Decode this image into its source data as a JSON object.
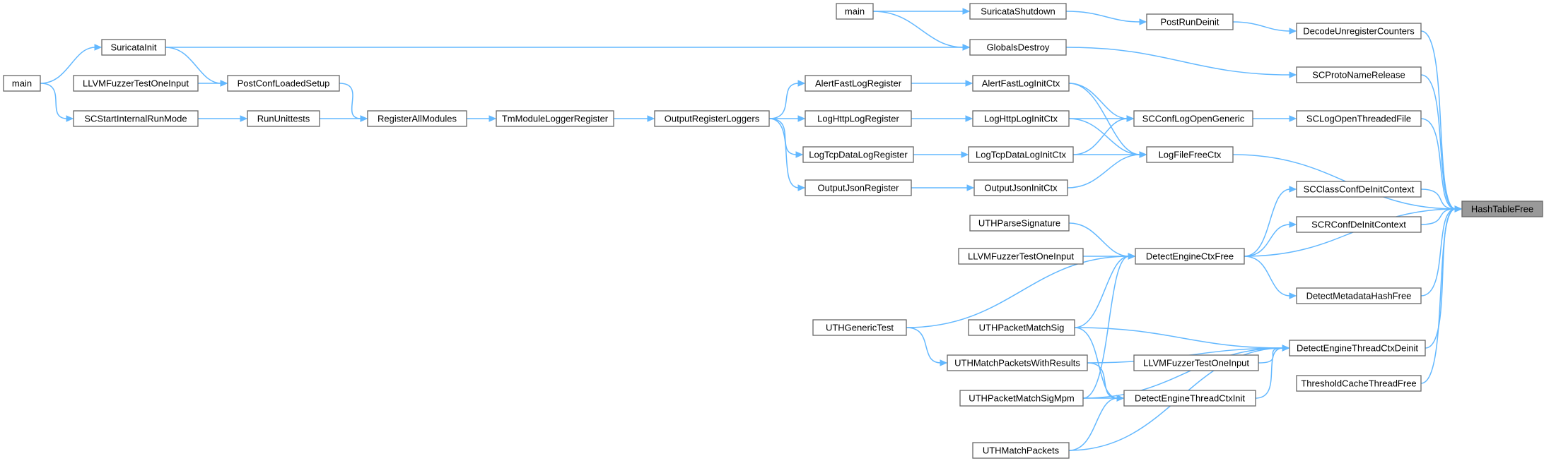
{
  "graph": {
    "root": "HashTableFree",
    "nodes": [
      {
        "id": "root",
        "label": "HashTableFree",
        "root": true
      },
      {
        "id": "decUnreg",
        "label": "DecodeUnregisterCounters"
      },
      {
        "id": "protoNameRel",
        "label": "SCProtoNameRelease"
      },
      {
        "id": "logOpenThreaded",
        "label": "SCLogOpenThreadedFile"
      },
      {
        "id": "logFileFree",
        "label": "LogFileFreeCtx"
      },
      {
        "id": "classConfDeInit",
        "label": "SCClassConfDeInitContext"
      },
      {
        "id": "rConfDeInit",
        "label": "SCRConfDeInitContext"
      },
      {
        "id": "engineCtxFree",
        "label": "DetectEngineCtxFree"
      },
      {
        "id": "metaHashFree",
        "label": "DetectMetadataHashFree"
      },
      {
        "id": "threadCtxDeinit",
        "label": "DetectEngineThreadCtxDeinit"
      },
      {
        "id": "threshCacheFree",
        "label": "ThresholdCacheThreadFree"
      },
      {
        "id": "postRunDeinit",
        "label": "PostRunDeinit"
      },
      {
        "id": "globalsDestroy",
        "label": "GlobalsDestroy"
      },
      {
        "id": "suricataShutdown",
        "label": "SuricataShutdown"
      },
      {
        "id": "mainTop",
        "label": "main"
      },
      {
        "id": "suricataInit",
        "label": "SuricataInit"
      },
      {
        "id": "mainLeft",
        "label": "main"
      },
      {
        "id": "confLogOpenGeneric",
        "label": "SCConfLogOpenGeneric"
      },
      {
        "id": "alertFastLogInit",
        "label": "AlertFastLogInitCtx"
      },
      {
        "id": "logHttpLogInit",
        "label": "LogHttpLogInitCtx"
      },
      {
        "id": "logTcpDataLogInit",
        "label": "LogTcpDataLogInitCtx"
      },
      {
        "id": "outputJsonInit",
        "label": "OutputJsonInitCtx"
      },
      {
        "id": "alertFastLogReg",
        "label": "AlertFastLogRegister"
      },
      {
        "id": "logHttpLogReg",
        "label": "LogHttpLogRegister"
      },
      {
        "id": "logTcpDataLogReg",
        "label": "LogTcpDataLogRegister"
      },
      {
        "id": "outputJsonReg",
        "label": "OutputJsonRegister"
      },
      {
        "id": "outputRegLoggers",
        "label": "OutputRegisterLoggers"
      },
      {
        "id": "tmModuleLoggerReg",
        "label": "TmModuleLoggerRegister"
      },
      {
        "id": "registerAllModules",
        "label": "RegisterAllModules"
      },
      {
        "id": "postConfLoaded",
        "label": "PostConfLoadedSetup"
      },
      {
        "id": "runUnittests",
        "label": "RunUnittests"
      },
      {
        "id": "llvmFuzzerTop",
        "label": "LLVMFuzzerTestOneInput"
      },
      {
        "id": "startInternalRunMode",
        "label": "SCStartInternalRunMode"
      },
      {
        "id": "uthParseSig",
        "label": "UTHParseSignature"
      },
      {
        "id": "llvmFuzzerMid",
        "label": "LLVMFuzzerTestOneInput"
      },
      {
        "id": "uthGenericTest",
        "label": "UTHGenericTest"
      },
      {
        "id": "uthPacketMatchSig",
        "label": "UTHPacketMatchSig"
      },
      {
        "id": "uthMatchPacketsWithResults",
        "label": "UTHMatchPacketsWithResults"
      },
      {
        "id": "uthPacketMatchSigMpm",
        "label": "UTHPacketMatchSigMpm"
      },
      {
        "id": "uthMatchPackets",
        "label": "UTHMatchPackets"
      },
      {
        "id": "threadCtxInit",
        "label": "DetectEngineThreadCtxInit"
      },
      {
        "id": "llvmFuzzerLow",
        "label": "LLVMFuzzerTestOneInput"
      }
    ],
    "edges": [
      [
        "decUnreg",
        "root"
      ],
      [
        "protoNameRel",
        "root"
      ],
      [
        "logOpenThreaded",
        "root"
      ],
      [
        "logFileFree",
        "root"
      ],
      [
        "classConfDeInit",
        "root"
      ],
      [
        "rConfDeInit",
        "root"
      ],
      [
        "engineCtxFree",
        "root"
      ],
      [
        "metaHashFree",
        "root"
      ],
      [
        "threadCtxDeinit",
        "root"
      ],
      [
        "threshCacheFree",
        "root"
      ],
      [
        "postRunDeinit",
        "decUnreg"
      ],
      [
        "suricataShutdown",
        "postRunDeinit"
      ],
      [
        "mainTop",
        "suricataShutdown"
      ],
      [
        "mainTop",
        "globalsDestroy"
      ],
      [
        "suricataInit",
        "globalsDestroy"
      ],
      [
        "mainLeft",
        "suricataInit"
      ],
      [
        "globalsDestroy",
        "protoNameRel"
      ],
      [
        "confLogOpenGeneric",
        "logOpenThreaded"
      ],
      [
        "alertFastLogInit",
        "confLogOpenGeneric"
      ],
      [
        "logHttpLogInit",
        "confLogOpenGeneric"
      ],
      [
        "logTcpDataLogInit",
        "confLogOpenGeneric"
      ],
      [
        "alertFastLogInit",
        "logFileFree"
      ],
      [
        "logHttpLogInit",
        "logFileFree"
      ],
      [
        "logTcpDataLogInit",
        "logFileFree"
      ],
      [
        "outputJsonInit",
        "logFileFree"
      ],
      [
        "alertFastLogReg",
        "alertFastLogInit"
      ],
      [
        "logHttpLogReg",
        "logHttpLogInit"
      ],
      [
        "logTcpDataLogReg",
        "logTcpDataLogInit"
      ],
      [
        "outputJsonReg",
        "outputJsonInit"
      ],
      [
        "outputRegLoggers",
        "alertFastLogReg"
      ],
      [
        "outputRegLoggers",
        "logHttpLogReg"
      ],
      [
        "outputRegLoggers",
        "logTcpDataLogReg"
      ],
      [
        "outputRegLoggers",
        "outputJsonReg"
      ],
      [
        "tmModuleLoggerReg",
        "outputRegLoggers"
      ],
      [
        "registerAllModules",
        "tmModuleLoggerReg"
      ],
      [
        "postConfLoaded",
        "registerAllModules"
      ],
      [
        "runUnittests",
        "registerAllModules"
      ],
      [
        "suricataInit",
        "postConfLoaded"
      ],
      [
        "llvmFuzzerTop",
        "postConfLoaded"
      ],
      [
        "startInternalRunMode",
        "runUnittests"
      ],
      [
        "mainLeft",
        "startInternalRunMode"
      ],
      [
        "engineCtxFree",
        "classConfDeInit"
      ],
      [
        "engineCtxFree",
        "rConfDeInit"
      ],
      [
        "engineCtxFree",
        "metaHashFree"
      ],
      [
        "uthParseSig",
        "engineCtxFree"
      ],
      [
        "llvmFuzzerMid",
        "engineCtxFree"
      ],
      [
        "uthGenericTest",
        "engineCtxFree"
      ],
      [
        "uthPacketMatchSig",
        "engineCtxFree"
      ],
      [
        "uthPacketMatchSigMpm",
        "engineCtxFree"
      ],
      [
        "uthPacketMatchSig",
        "threadCtxDeinit"
      ],
      [
        "uthMatchPacketsWithResults",
        "threadCtxDeinit"
      ],
      [
        "llvmFuzzerLow",
        "threadCtxDeinit"
      ],
      [
        "threadCtxInit",
        "threadCtxDeinit"
      ],
      [
        "uthPacketMatchSigMpm",
        "threadCtxDeinit"
      ],
      [
        "uthMatchPackets",
        "threadCtxDeinit"
      ],
      [
        "uthGenericTest",
        "uthMatchPacketsWithResults"
      ],
      [
        "uthPacketMatchSig",
        "threadCtxInit"
      ],
      [
        "uthMatchPacketsWithResults",
        "threadCtxInit"
      ],
      [
        "uthPacketMatchSigMpm",
        "threadCtxInit"
      ],
      [
        "uthMatchPackets",
        "threadCtxInit"
      ]
    ]
  }
}
